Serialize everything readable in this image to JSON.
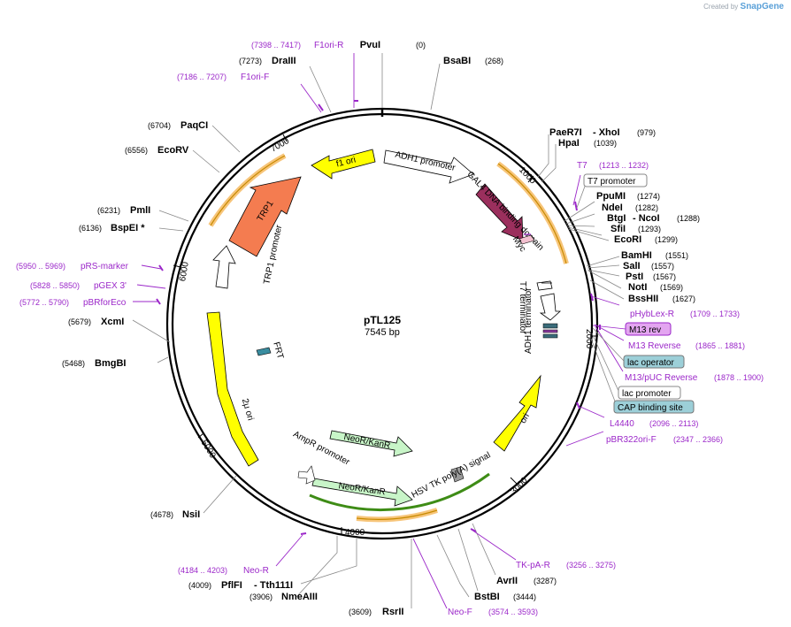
{
  "brand": {
    "created_by": "Created by",
    "name": "SnapGene"
  },
  "plasmid": {
    "name": "pTL125",
    "size": "7545 bp"
  },
  "ticks": [
    "1000",
    "2000",
    "3000",
    "4000",
    "5000",
    "6000",
    "7000"
  ],
  "enzymes": [
    {
      "name": "PvuI",
      "pos": "(0)"
    },
    {
      "name": "BsaBI",
      "pos": "(268)"
    },
    {
      "name": "PaeR7I",
      "name2": "- XhoI",
      "pos": "(979)"
    },
    {
      "name": "HpaI",
      "pos": "(1039)"
    },
    {
      "name": "PpuMI",
      "pos": "(1274)"
    },
    {
      "name": "NdeI",
      "pos": "(1282)"
    },
    {
      "name": "BtgI",
      "name2": "- NcoI",
      "pos": "(1288)"
    },
    {
      "name": "SfiI",
      "pos": "(1293)"
    },
    {
      "name": "EcoRI",
      "pos": "(1299)"
    },
    {
      "name": "BamHI",
      "pos": "(1551)"
    },
    {
      "name": "SalI",
      "pos": "(1557)"
    },
    {
      "name": "PstI",
      "pos": "(1567)"
    },
    {
      "name": "NotI",
      "pos": "(1569)"
    },
    {
      "name": "BssHII",
      "pos": "(1627)"
    },
    {
      "name": "AvrII",
      "pos": "(3287)"
    },
    {
      "name": "BstBI",
      "pos": "(3444)"
    },
    {
      "name": "RsrII",
      "pos": "(3609)"
    },
    {
      "name": "NmeAIII",
      "pos": "(3906)"
    },
    {
      "name": "PflFI",
      "name2": "- Tth111I",
      "pos": "(4009)"
    },
    {
      "name": "NsiI",
      "pos": "(4678)"
    },
    {
      "name": "BmgBI",
      "pos": "(5468)"
    },
    {
      "name": "XcmI",
      "pos": "(5679)"
    },
    {
      "name": "BspEI *",
      "pos": "(6136)"
    },
    {
      "name": "PmlI",
      "pos": "(6231)"
    },
    {
      "name": "EcoRV",
      "pos": "(6556)"
    },
    {
      "name": "PaqCI",
      "pos": "(6704)"
    },
    {
      "name": "DraIII",
      "pos": "(7273)"
    }
  ],
  "primers": [
    {
      "name": "F1ori-R",
      "pos": "(7398 .. 7417)"
    },
    {
      "name": "F1ori-F",
      "pos": "(7186 .. 7207)"
    },
    {
      "name": "T7",
      "pos": "(1213 .. 1232)"
    },
    {
      "name": "pHybLex-R",
      "pos": "(1709 .. 1733)"
    },
    {
      "name": "M13 Reverse",
      "pos": "(1865 .. 1881)"
    },
    {
      "name": "M13/pUC Reverse",
      "pos": "(1878 .. 1900)"
    },
    {
      "name": "L4440",
      "pos": "(2096 .. 2113)"
    },
    {
      "name": "pBR322ori-F",
      "pos": "(2347 .. 2366)"
    },
    {
      "name": "TK-pA-R",
      "pos": "(3256 .. 3275)"
    },
    {
      "name": "Neo-F",
      "pos": "(3574 .. 3593)"
    },
    {
      "name": "Neo-R",
      "pos": "(4184 .. 4203)"
    },
    {
      "name": "pRS-marker",
      "pos": "(5950 .. 5969)"
    },
    {
      "name": "pGEX 3'",
      "pos": "(5828 .. 5850)"
    },
    {
      "name": "pBRforEco",
      "pos": "(5772 .. 5790)"
    }
  ],
  "boxed_features": [
    "T7 promoter",
    "M13 rev",
    "lac operator",
    "lac promoter",
    "CAP binding site"
  ],
  "features": [
    "f1 ori",
    "ADH1 promoter",
    "GAL4 DNA binding domain",
    "Myc",
    "TRP1",
    "TRP1 promoter",
    "T7 terminator",
    "ADH1 terminator",
    "FRT",
    "2μ ori",
    "ori",
    "NeoR/KanR",
    "NeoR/KanR",
    "AmpR promoter",
    "HSV TK poly(A) signal"
  ],
  "colors": {
    "primer": "#9b27c9",
    "orange_feature": "#f7c57a",
    "green_feature": "#3e8c16",
    "yellow": "#ffff00",
    "trp1": "#f47c50",
    "gal4": "#9b2f5d",
    "neor": "#c8f5c8",
    "m13rev_fill": "#e3a5f0",
    "lacop_fill": "#9ccfd8",
    "cap_fill": "#9ccfd8"
  }
}
